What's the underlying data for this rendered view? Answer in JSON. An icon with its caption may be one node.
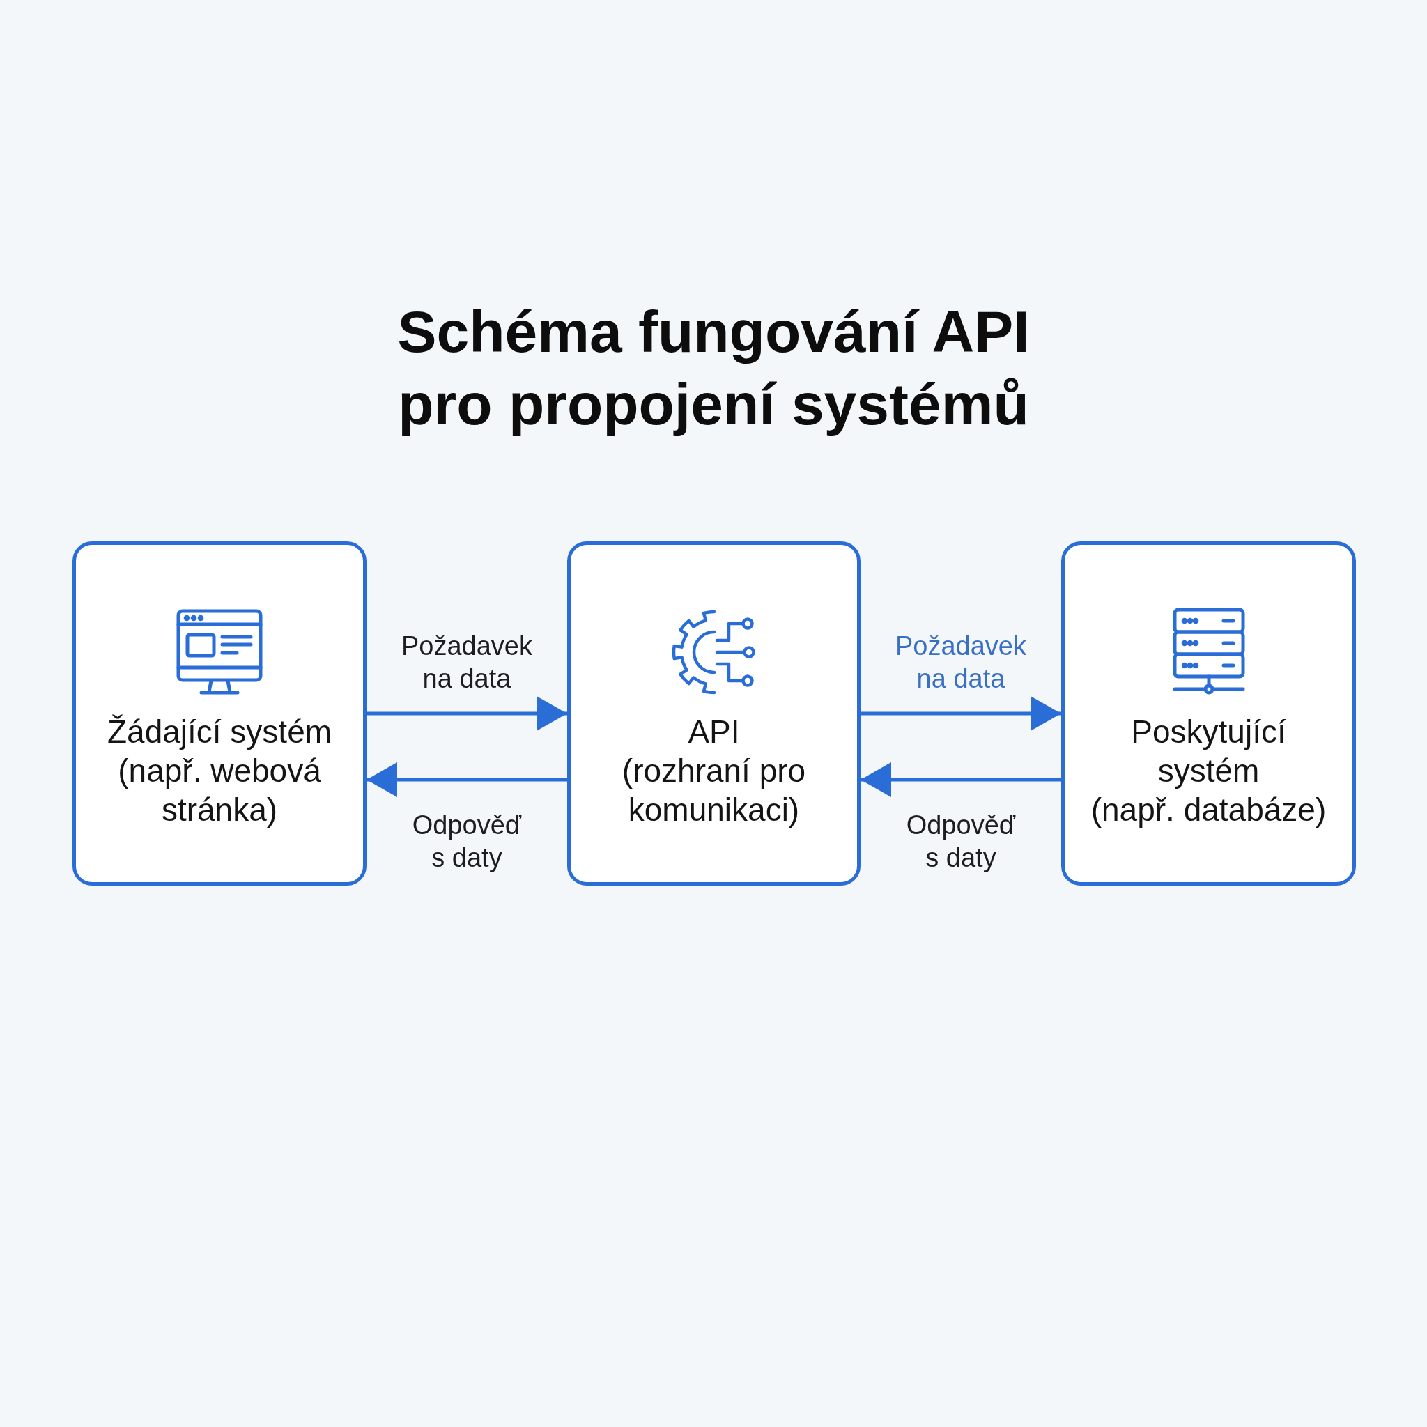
{
  "diagram": {
    "title": "Schéma fungování API pro propojení systémů",
    "nodes": [
      {
        "text": [
          "Žádající systém",
          "(např. webová stránka)"
        ]
      },
      {
        "text": [
          "API",
          "(rozhraní pro komunikaci)"
        ]
      },
      {
        "text": [
          "Poskytující systém",
          "(např. databáze)"
        ]
      }
    ],
    "edges": [
      {
        "from": 0,
        "to": 1,
        "arrow": "to",
        "label": "Požadavek na data"
      },
      {
        "from": 1,
        "to": 0,
        "arrow": "to",
        "label": "Odpověď s daty"
      },
      {
        "from": 1,
        "to": 2,
        "arrow": "to",
        "label": "Požadavek na data"
      },
      {
        "from": 2,
        "to": 1,
        "arrow": "to",
        "label": "Odpověď s daty"
      }
    ]
  }
}
